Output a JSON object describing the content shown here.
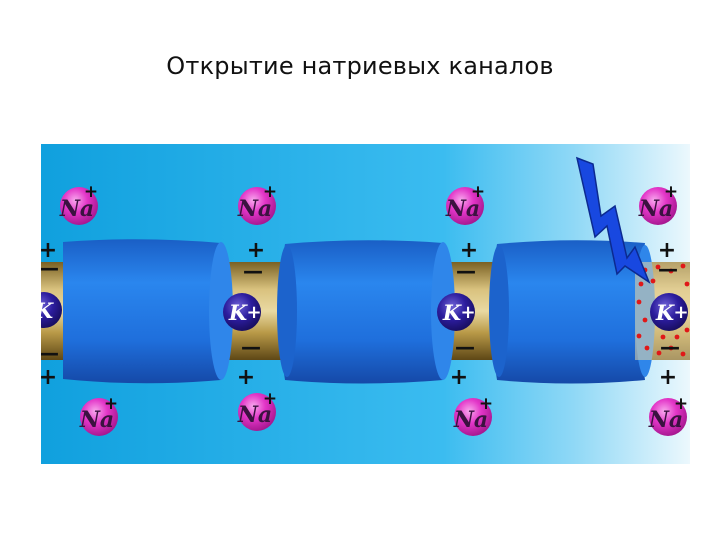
{
  "slide": {
    "title": "Открытие натриевых каналов"
  },
  "diagram": {
    "colors": {
      "background_top": "#12a3df",
      "background_bottom": "#3fb6ee",
      "background_right": "#e9f7fd",
      "myelin": "#1f6fd6",
      "axon_core": "#a88a3c",
      "sodium_ion": "#e733c9",
      "potassium_ion": "#2a1a9e",
      "lightning": "#1848e0",
      "influx_dots": "#e01818"
    },
    "ions": {
      "sodium_label": "Na",
      "potassium_label": "K",
      "plus": "+",
      "minus": "—"
    }
  }
}
